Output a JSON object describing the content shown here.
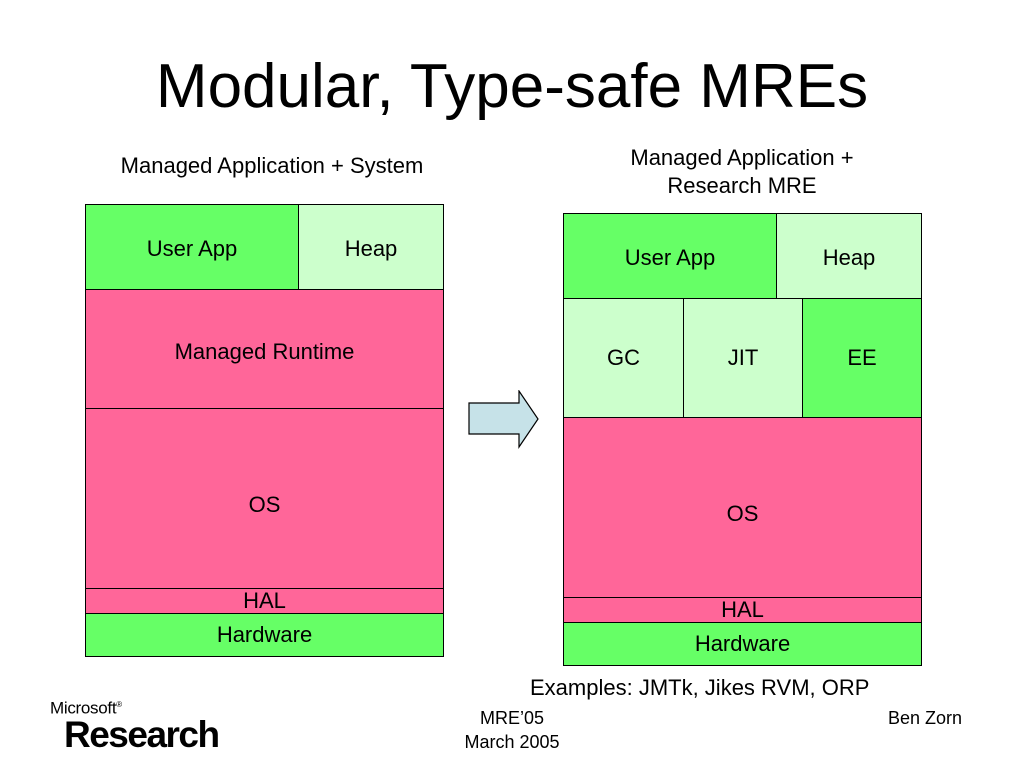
{
  "slide": {
    "title": "Modular, Type-safe MREs"
  },
  "left_diagram": {
    "caption": "Managed Application + System",
    "blocks": {
      "user_app": "User App",
      "heap": "Heap",
      "managed_runtime": "Managed Runtime",
      "os": "OS",
      "hal": "HAL",
      "hardware": "Hardware"
    }
  },
  "right_diagram": {
    "caption_line1": "Managed Application +",
    "caption_line2": "Research MRE",
    "blocks": {
      "user_app": "User App",
      "heap": "Heap",
      "gc": "GC",
      "jit": "JIT",
      "ee": "EE",
      "os": "OS",
      "hal": "HAL",
      "hardware": "Hardware"
    }
  },
  "examples": "Examples: JMTk, Jikes RVM, ORP",
  "footer": {
    "conference": "MRE’05",
    "date": "March 2005",
    "author": "Ben Zorn"
  },
  "logo": {
    "company": "Microsoft",
    "registered_mark": "®",
    "division": "Research"
  },
  "colors": {
    "dark_green": "#66FF66",
    "light_green": "#CCFFCC",
    "pink": "#FF6699",
    "arrow_fill": "#C6E2E8"
  }
}
